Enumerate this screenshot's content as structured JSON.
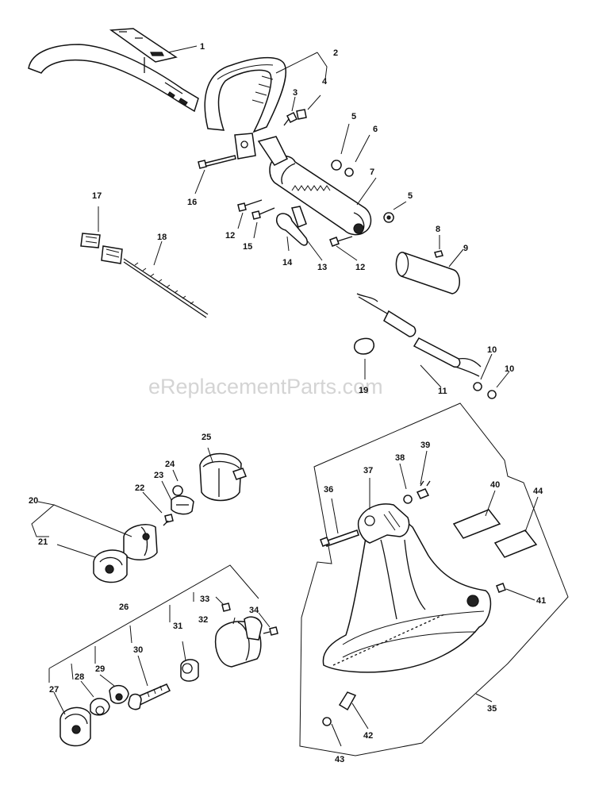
{
  "watermark": "eReplacementParts.com",
  "labels": {
    "p1": "1",
    "p2": "2",
    "p3": "3",
    "p4": "4",
    "p5a": "5",
    "p5b": "5",
    "p6": "6",
    "p7": "7",
    "p8": "8",
    "p9": "9",
    "p10a": "10",
    "p10b": "10",
    "p11": "11",
    "p12a": "12",
    "p12b": "12",
    "p13": "13",
    "p14": "14",
    "p15": "15",
    "p16": "16",
    "p17": "17",
    "p18": "18",
    "p19": "19",
    "p20": "20",
    "p21": "21",
    "p22": "22",
    "p23": "23",
    "p24": "24",
    "p25": "25",
    "p26": "26",
    "p27": "27",
    "p28": "28",
    "p29": "29",
    "p30": "30",
    "p31": "31",
    "p32": "32",
    "p33": "33",
    "p34": "34",
    "p35": "35",
    "p36": "36",
    "p37": "37",
    "p38": "38",
    "p39": "39",
    "p40": "40",
    "p41": "41",
    "p42": "42",
    "p43": "43",
    "p44": "44"
  }
}
